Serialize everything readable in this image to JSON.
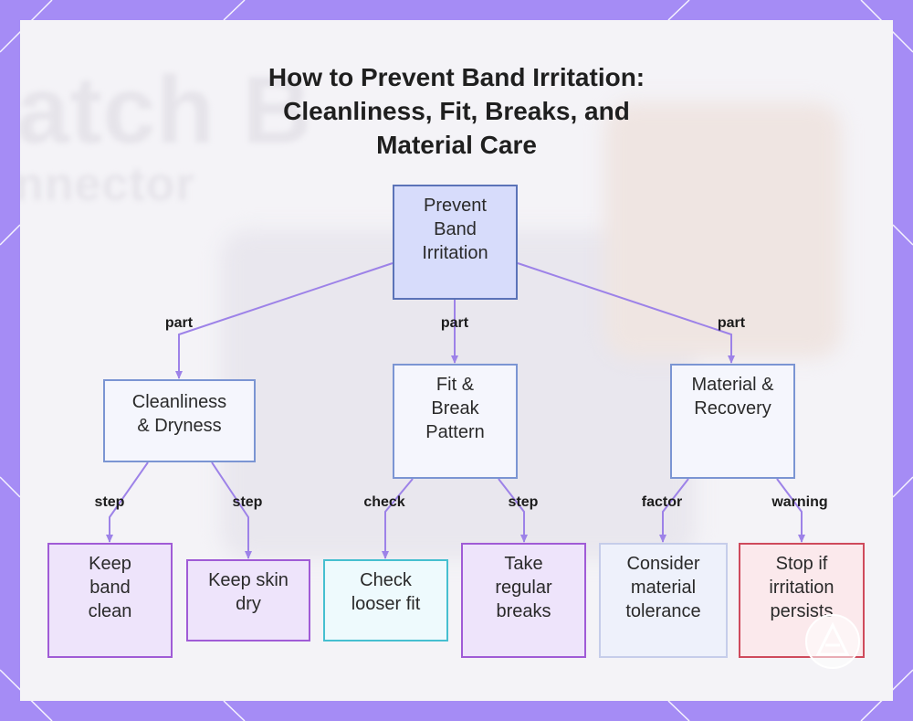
{
  "title_lines": [
    "How to Prevent Band Irritation:",
    "Cleanliness, Fit, Breaks, and",
    "Material Care"
  ],
  "background_text": [
    "atch B",
    "nnector"
  ],
  "nodes": {
    "root": "Prevent\nBand\nIrritation",
    "cleanliness": "Cleanliness\n& Dryness",
    "fit": "Fit &\nBreak\nPattern",
    "material": "Material &\nRecovery",
    "keep_clean": "Keep\nband\nclean",
    "keep_dry": "Keep skin\ndry",
    "check_fit": "Check\nlooser fit",
    "breaks": "Take\nregular\nbreaks",
    "tolerance": "Consider\nmaterial\ntolerance",
    "stop": "Stop if\nirritation\npersists"
  },
  "edge_labels": {
    "root_cleanliness": "part",
    "root_fit": "part",
    "root_material": "part",
    "cleanliness_keep_clean": "step",
    "cleanliness_keep_dry": "step",
    "fit_check_fit": "check",
    "fit_breaks": "step",
    "material_tolerance": "factor",
    "material_stop": "warning"
  },
  "colors": {
    "frame": "#a58cf5",
    "edge": "#9d82e8",
    "root_fill": "#d7dcfb",
    "step_border": "#a05bd6",
    "check_border": "#46bfd0",
    "warning_border": "#cf4a5c"
  }
}
